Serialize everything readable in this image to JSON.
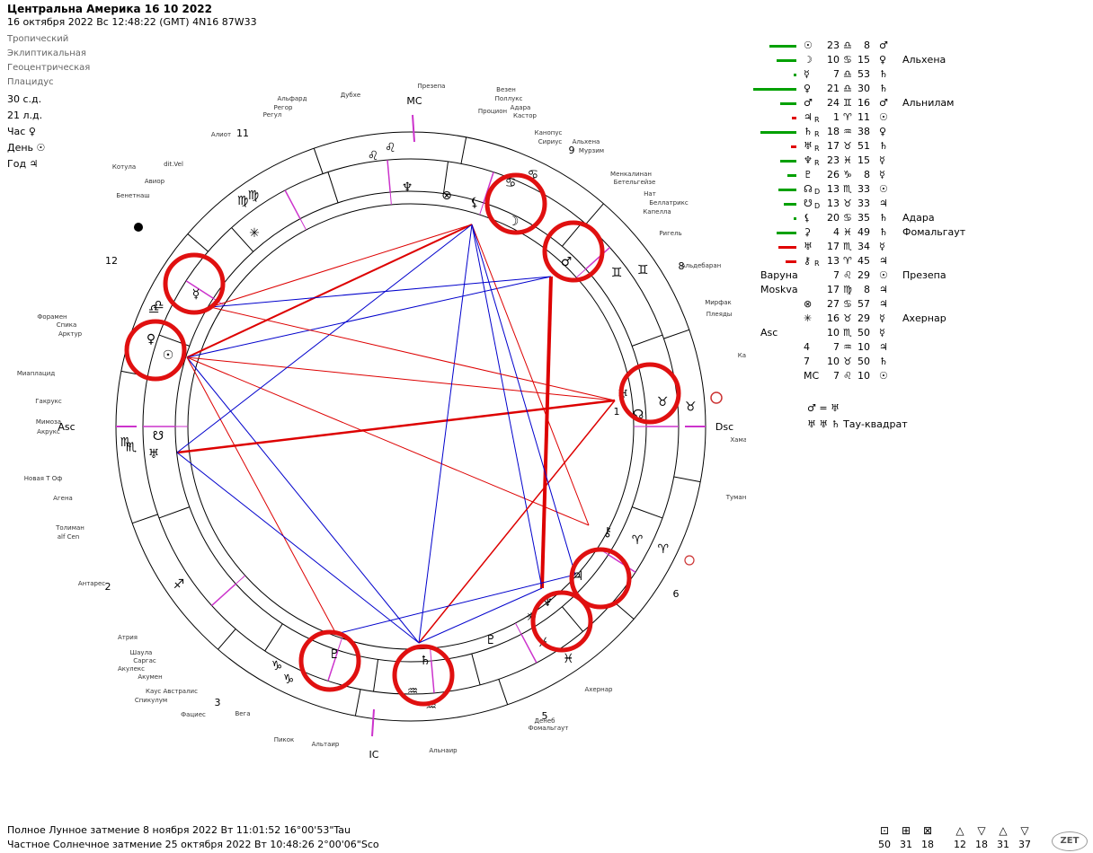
{
  "header": {
    "title": "Центральна Америка 16 10 2022",
    "subtitle": "16 октября 2022  Вс  12:48:22 (GMT) 4N16  87W33"
  },
  "settings": [
    "Тропический",
    "Эклиптикальная",
    "Геоцентрическая",
    "Плацидус"
  ],
  "rulers": [
    "30 с.д.",
    "21 л.д.",
    "Час ♀",
    "День ☉",
    "Год ♃"
  ],
  "axes": {
    "mc": "MC",
    "ic": "IC",
    "asc": "Asc",
    "dsc": "Dsc"
  },
  "house_numbers": [
    "11",
    "12",
    "2",
    "3",
    "5",
    "6",
    "8",
    "9",
    "1"
  ],
  "zodiac_glyphs": [
    "♌",
    "♍",
    "♎",
    "♏",
    "♐",
    "♑",
    "♒",
    "♓",
    "♈",
    "♉",
    "♊",
    "♋"
  ],
  "planets_in_chart": [
    "♅",
    "☊",
    "♆",
    "♃",
    "⚷",
    "♄",
    "♇",
    "♀",
    "☉",
    "☿",
    "☽",
    "⚸"
  ],
  "planet_labels": {
    "uranus_r": "R",
    "node": "D",
    "jupiter_r": "R",
    "neptune_r": "R",
    "saturn_r": "R"
  },
  "stars": [
    "Презепа",
    "Дубхе",
    "Альфард",
    "Регор",
    "Регул",
    "Алиот",
    "Везен",
    "Поллукс",
    "Адара",
    "Процион",
    "Кастор",
    "Канопус",
    "Сириус",
    "Альхена",
    "Мурзим",
    "Менкалинан",
    "Бетельгейзе",
    "Нат",
    "Беллатрикс",
    "Капелла",
    "Ригель",
    "Альдебаран",
    "Мирфак",
    "Плеяды",
    "Капулус",
    "Хамаль",
    "Туманность Андромеды",
    "dit.Vel",
    "Котула",
    "Авиор",
    "Бенетнаш",
    "Форамен",
    "Спика",
    "Арктур",
    "Миаплацид",
    "Гакрукс",
    "Мимоза",
    "Акрукс",
    "Новая Т Оф",
    "Агена",
    "Толиман",
    "alf Cen",
    "Антарес",
    "Атрия",
    "Шаула",
    "Саргас",
    "Акулекс",
    "Акумен",
    "Каус Австралис",
    "Спикулум",
    "Фациес",
    "Вега",
    "Пикок",
    "Альтаир",
    "Альнаир",
    "Денеб",
    "Фомальгаут",
    "Ахернар"
  ],
  "table": [
    {
      "p": "☉",
      "r": "",
      "deg": "23",
      "sign": "♎",
      "min": "8",
      "rul": "♂",
      "star": "",
      "bar": 30,
      "col": "#00a000"
    },
    {
      "p": "☽",
      "r": "",
      "deg": "10",
      "sign": "♋",
      "min": "15",
      "rul": "♀",
      "star": "Альхена",
      "bar": 22,
      "col": "#00a000"
    },
    {
      "p": "☿",
      "r": "",
      "deg": "7",
      "sign": "♎",
      "min": "53",
      "rul": "♄",
      "star": "",
      "bar": 3,
      "col": "#00a000"
    },
    {
      "p": "♀",
      "r": "",
      "deg": "21",
      "sign": "♎",
      "min": "30",
      "rul": "♄",
      "star": "",
      "bar": 48,
      "col": "#00a000"
    },
    {
      "p": "♂",
      "r": "",
      "deg": "24",
      "sign": "♊",
      "min": "16",
      "rul": "♂",
      "star": "Альнилам",
      "bar": 18,
      "col": "#00a000"
    },
    {
      "p": "♃",
      "r": "R",
      "deg": "1",
      "sign": "♈",
      "min": "11",
      "rul": "☉",
      "star": "",
      "bar": 5,
      "col": "#e00000"
    },
    {
      "p": "♄",
      "r": "R",
      "deg": "18",
      "sign": "♒",
      "min": "38",
      "rul": "♀",
      "star": "",
      "bar": 40,
      "col": "#00a000"
    },
    {
      "p": "♅",
      "r": "R",
      "deg": "17",
      "sign": "♉",
      "min": "51",
      "rul": "♄",
      "star": "",
      "bar": 6,
      "col": "#e00000"
    },
    {
      "p": "♆",
      "r": "R",
      "deg": "23",
      "sign": "♓",
      "min": "15",
      "rul": "☿",
      "star": "",
      "bar": 18,
      "col": "#00a000"
    },
    {
      "p": "♇",
      "r": "",
      "deg": "26",
      "sign": "♑",
      "min": "8",
      "rul": "☿",
      "star": "",
      "bar": 10,
      "col": "#00a000"
    },
    {
      "p": "☊",
      "r": "D",
      "deg": "13",
      "sign": "♏",
      "min": "33",
      "rul": "☉",
      "star": "",
      "bar": 20,
      "col": "#00a000"
    },
    {
      "p": "☋",
      "r": "D",
      "deg": "13",
      "sign": "♉",
      "min": "33",
      "rul": "♃",
      "star": "",
      "bar": 14,
      "col": "#00a000"
    },
    {
      "p": "⚸",
      "r": "",
      "deg": "20",
      "sign": "♋",
      "min": "35",
      "rul": "♄",
      "star": "Адара",
      "bar": 3,
      "col": "#00a000"
    },
    {
      "p": "⚳",
      "r": "",
      "deg": "4",
      "sign": "♓",
      "min": "49",
      "rul": "♄",
      "star": "Фомальгаут",
      "bar": 22,
      "col": "#00a000"
    },
    {
      "p": "♅",
      "r": "",
      "deg": "17",
      "sign": "♏",
      "min": "34",
      "rul": "☿",
      "star": "",
      "bar": 20,
      "col": "#e00000"
    },
    {
      "p": "⚷",
      "r": "R",
      "deg": "13",
      "sign": "♈",
      "min": "45",
      "rul": "♃",
      "star": "",
      "bar": 12,
      "col": "#e00000"
    },
    {
      "p": "Варуна",
      "r": "",
      "deg": "7",
      "sign": "♌",
      "min": "29",
      "rul": "☉",
      "star": "Презепа",
      "bar": 0,
      "col": "#00a000"
    },
    {
      "p": "Moskva",
      "r": "",
      "deg": "17",
      "sign": "♍",
      "min": "8",
      "rul": "♃",
      "star": "",
      "bar": 0,
      "col": "#00a000"
    },
    {
      "p": "⊗",
      "r": "",
      "deg": "27",
      "sign": "♋",
      "min": "57",
      "rul": "♃",
      "star": "",
      "bar": 0,
      "col": "#00a000"
    },
    {
      "p": "✳",
      "r": "",
      "deg": "16",
      "sign": "♉",
      "min": "29",
      "rul": "☿",
      "star": "Ахернар",
      "bar": 0,
      "col": "#00a000"
    },
    {
      "p": "Asc",
      "r": "",
      "deg": "10",
      "sign": "♏",
      "min": "50",
      "rul": "☿",
      "star": "",
      "bar": 0,
      "col": "#00a000"
    },
    {
      "p": "4",
      "r": "",
      "deg": "7",
      "sign": "♒",
      "min": "10",
      "rul": "♃",
      "star": "",
      "bar": 0,
      "col": "#00a000"
    },
    {
      "p": "7",
      "r": "",
      "deg": "10",
      "sign": "♉",
      "min": "50",
      "rul": "♄",
      "star": "",
      "bar": 0,
      "col": "#00a000"
    },
    {
      "p": "MC",
      "r": "",
      "deg": "7",
      "sign": "♌",
      "min": "10",
      "rul": "☉",
      "star": "",
      "bar": 0,
      "col": "#00a000"
    }
  ],
  "aspects_note": {
    "line1": "♂ = ♅",
    "line2": "♅ ♅ ♄  Тау-квадрат"
  },
  "footer": {
    "line1": "Полное Лунное затмение  8 ноября 2022 Вт 11:01:52 16°00'53\"Tau",
    "line2": "Частное Солнечное затмение  25 октября 2022 Вт 10:48:26  2°00'06\"Sco"
  },
  "counts": {
    "a": "50",
    "b": "31",
    "c": "18",
    "d": "12",
    "e": "18",
    "f": "31",
    "g": "37"
  },
  "logo": "ZET"
}
